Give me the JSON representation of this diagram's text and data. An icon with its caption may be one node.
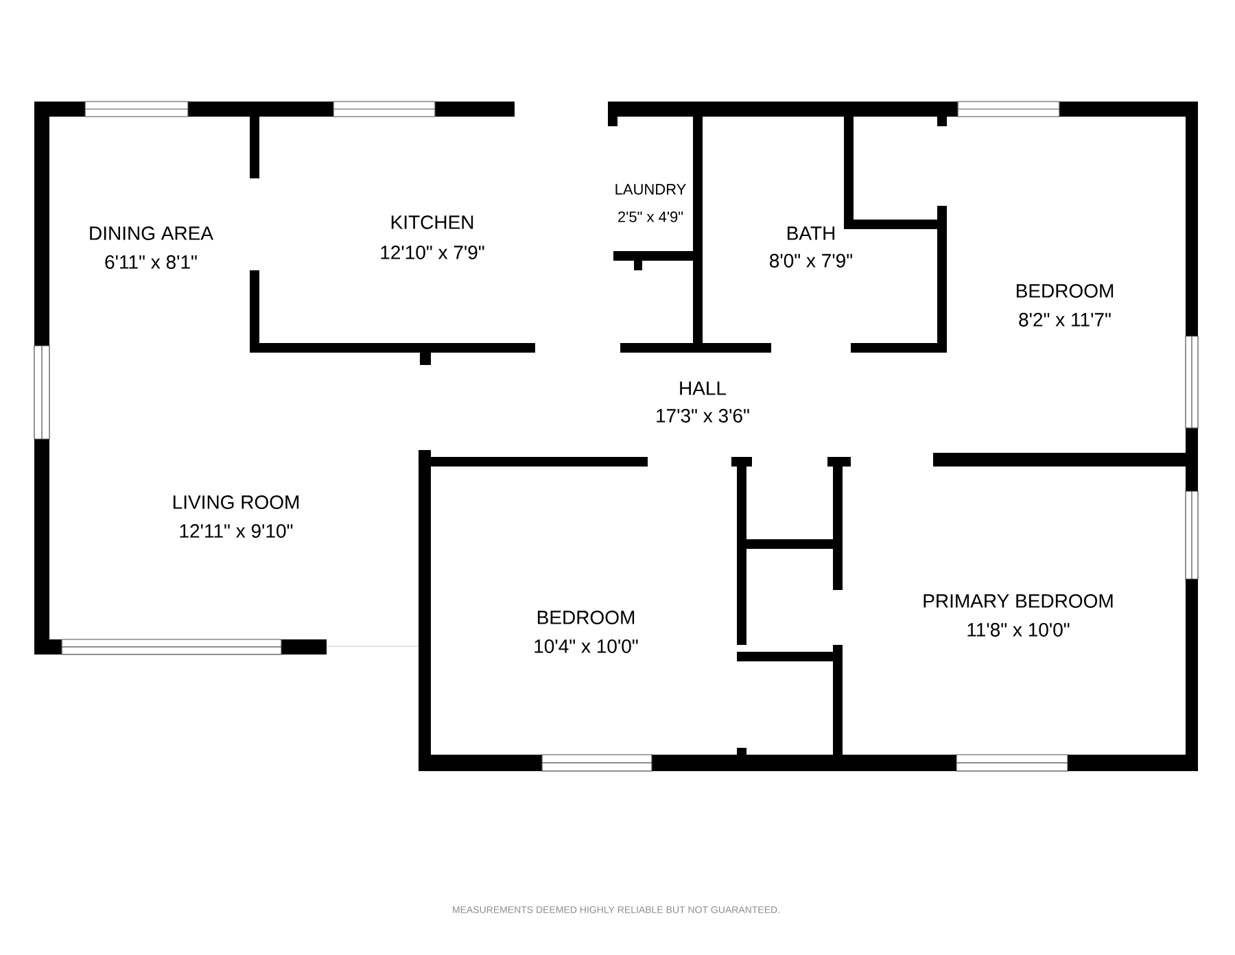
{
  "diagram": {
    "caption": "MEASUREMENTS DEEMED HIGHLY RELIABLE BUT NOT GUARANTEED.",
    "labels": [
      "DINING AREA",
      "6'11\" x 8'1\"",
      "KITCHEN",
      "12'10\" x 7'9\"",
      "LAUNDRY",
      "2'5\" x 4'9\"",
      "BATH",
      "8'0\" x 7'9\"",
      "BEDROOM",
      "8'2\" x 11'7\"",
      "HALL",
      "17'3\" x 3'6\"",
      "LIVING ROOM",
      "12'11\" x 9'10\"",
      "BEDROOM",
      "10'4\" x 10'0\"",
      "PRIMARY BEDROOM",
      "11'8\" x 10'0\""
    ]
  }
}
